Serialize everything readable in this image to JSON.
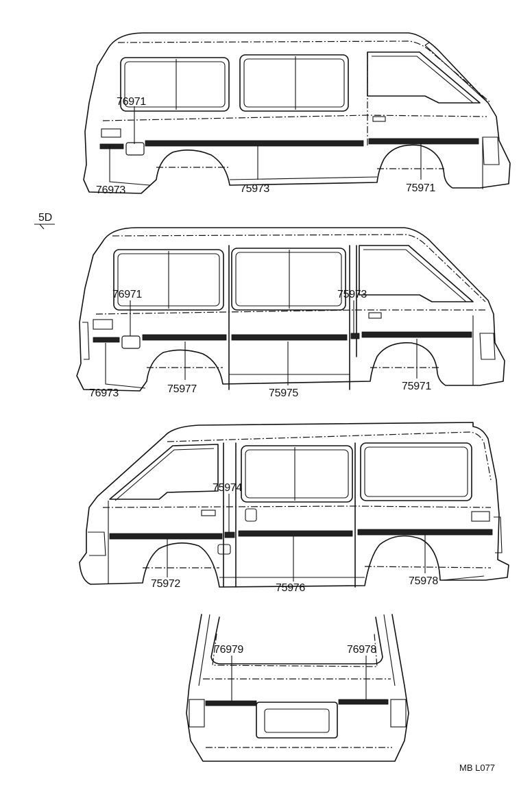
{
  "variant_label": "5D",
  "footer_code": "MB  L077",
  "views": [
    {
      "name": "upper-left-side",
      "callouts": [
        "76971",
        "76973",
        "75973",
        "75971"
      ]
    },
    {
      "name": "middle-left-side",
      "callouts": [
        "76971",
        "75973",
        "76973",
        "75977",
        "75975",
        "75971"
      ]
    },
    {
      "name": "right-side",
      "callouts": [
        "75974",
        "75972",
        "75976",
        "75978"
      ]
    },
    {
      "name": "rear",
      "callouts": [
        "76979",
        "76978"
      ]
    }
  ],
  "labels": {
    "v1": {
      "a": "76971",
      "b": "76973",
      "c": "75973",
      "d": "75971"
    },
    "v2": {
      "a": "76971",
      "b": "75973",
      "c": "76973",
      "d": "75977",
      "e": "75975",
      "f": "75971"
    },
    "v3": {
      "a": "75974",
      "b": "75972",
      "c": "75976",
      "d": "75978"
    },
    "v4": {
      "a": "76979",
      "b": "76978"
    }
  }
}
